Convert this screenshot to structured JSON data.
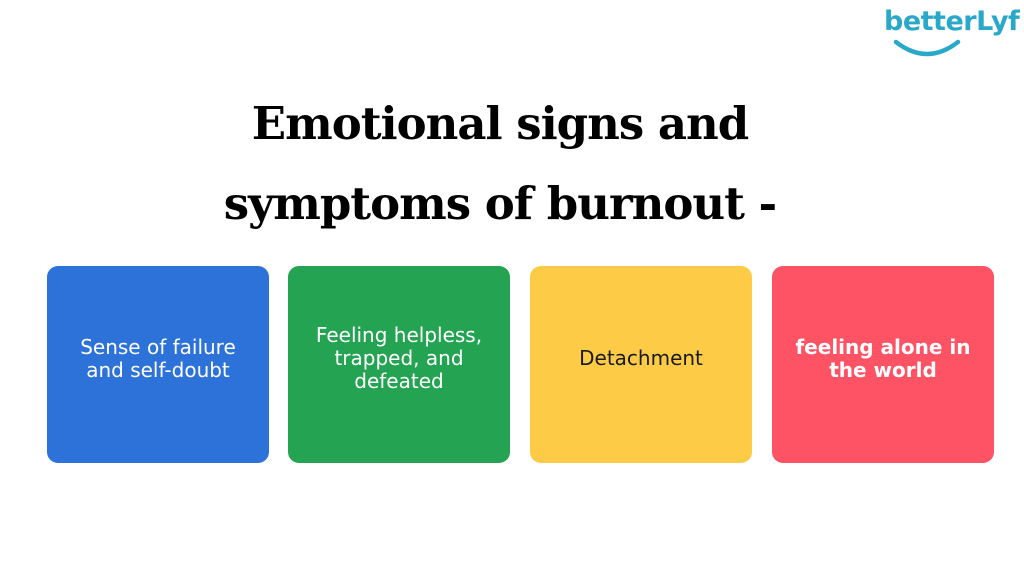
{
  "logo": {
    "text": "betterLyf",
    "color": "#29a8c9",
    "icon": "smile-icon"
  },
  "title": {
    "line1": "Emotional signs and",
    "line2": "symptoms of burnout -"
  },
  "cards": [
    {
      "label": "Sense of failure and self-doubt",
      "background": "#2d72d9",
      "text_color": "#ffffff"
    },
    {
      "label": "Feeling helpless, trapped, and defeated",
      "background": "#24a352",
      "text_color": "#ffffff"
    },
    {
      "label": "Detachment",
      "background": "#fecb47",
      "text_color": "#1a1a1a"
    },
    {
      "label": "feeling alone in the world",
      "background": "#fe5265",
      "text_color": "#ffffff"
    }
  ]
}
